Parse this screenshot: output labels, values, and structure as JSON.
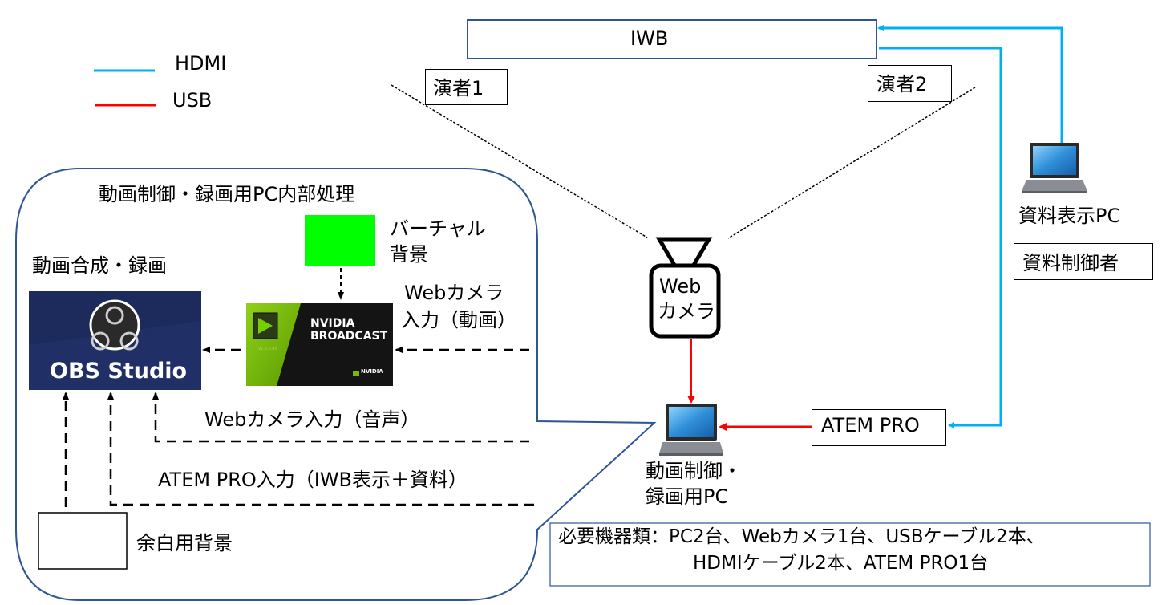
{
  "legend": {
    "items": [
      {
        "label": "HDMI",
        "color": "#00b0f0"
      },
      {
        "label": "USB",
        "color": "#ff0000"
      }
    ]
  },
  "nodes": {
    "iwb": "IWB",
    "performer1": "演者1",
    "performer2": "演者2",
    "webcam_line1": "Web",
    "webcam_line2": "カメラ",
    "material_pc": "資料表示PC",
    "material_operator": "資料制御者",
    "atem": "ATEM PRO",
    "control_pc_line1": "動画制御・",
    "control_pc_line2": "録画用PC"
  },
  "callout": {
    "title": "動画制御・録画用PC内部処理",
    "obs_section_label": "動画合成・録画",
    "obs_logo_text": "OBS Studio",
    "virtual_bg_line1": "バーチャル",
    "virtual_bg_line2": "背景",
    "nvidia_brand": "NVIDIA",
    "nvidia_product": "BROADCAST",
    "nvidia_version": "v1.2.0.45",
    "nvidia_logo_text": "NVIDIA",
    "webcam_video_line1": "Webカメラ",
    "webcam_video_line2": "入力（動画）",
    "webcam_audio": "Webカメラ入力（音声）",
    "atem_input": "ATEM PRO入力（IWB表示＋資料）",
    "margin_bg": "余白用背景"
  },
  "requirements": {
    "line1": "必要機器類：PC2台、Webカメラ1台、USBケーブル2本、",
    "line2": "HDMIケーブル2本、ATEM PRO1台"
  },
  "colors": {
    "hdmi": "#00b0f0",
    "usb": "#ff0000",
    "outline_blue": "#2f5597",
    "virtual_bg_green": "#00ff00",
    "obs_navy": "#1c2a5c",
    "nvidia_green": "#76b900"
  }
}
